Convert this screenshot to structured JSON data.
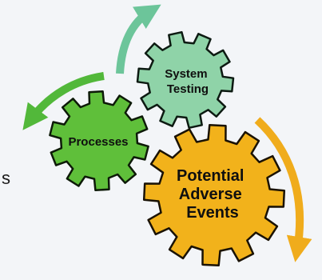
{
  "gears": {
    "system_testing": {
      "label_lines": [
        "System",
        "Testing"
      ],
      "fill": "#8fd3a8",
      "stroke": "#0d1a12"
    },
    "processes": {
      "label_lines": [
        "Processes"
      ],
      "fill": "#5fbf3a",
      "stroke": "#0d1a08"
    },
    "potential_adverse_events": {
      "label_lines": [
        "Potential",
        "Adverse",
        "Events"
      ],
      "fill": "#f2b21b",
      "stroke": "#1a1204"
    }
  },
  "arrows": {
    "top": {
      "color": "#6cc59a",
      "icon": "curved-arrow-up-right"
    },
    "left": {
      "color": "#52b83a",
      "icon": "curved-arrow-down-left"
    },
    "right": {
      "color": "#f0ac1c",
      "icon": "curved-arrow-down"
    }
  },
  "side_text": {
    "fragment": "s"
  }
}
